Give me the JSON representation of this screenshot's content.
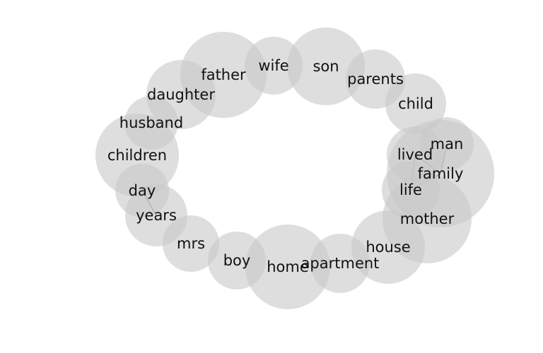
{
  "words": [
    {
      "id": "father",
      "label": "father"
    },
    {
      "id": "wife",
      "label": "wife"
    },
    {
      "id": "son",
      "label": "son"
    },
    {
      "id": "parents",
      "label": "parents"
    },
    {
      "id": "child",
      "label": "child"
    },
    {
      "id": "daughter",
      "label": "daughter"
    },
    {
      "id": "husband",
      "label": "husband"
    },
    {
      "id": "children",
      "label": "children"
    },
    {
      "id": "day",
      "label": "day"
    },
    {
      "id": "years",
      "label": "years"
    },
    {
      "id": "mrs",
      "label": "mrs"
    },
    {
      "id": "boy",
      "label": "boy"
    },
    {
      "id": "home",
      "label": "home"
    },
    {
      "id": "apartment",
      "label": "apartment"
    },
    {
      "id": "house",
      "label": "house"
    },
    {
      "id": "mother",
      "label": "mother"
    },
    {
      "id": "family",
      "label": "family"
    },
    {
      "id": "man",
      "label": "man"
    },
    {
      "id": "lived",
      "label": "lived"
    },
    {
      "id": "life",
      "label": "life"
    }
  ],
  "links": [
    [
      "day",
      "years"
    ],
    [
      "lived",
      "family"
    ],
    [
      "lived",
      "life"
    ],
    [
      "man",
      "family"
    ],
    [
      "family",
      "life"
    ]
  ]
}
